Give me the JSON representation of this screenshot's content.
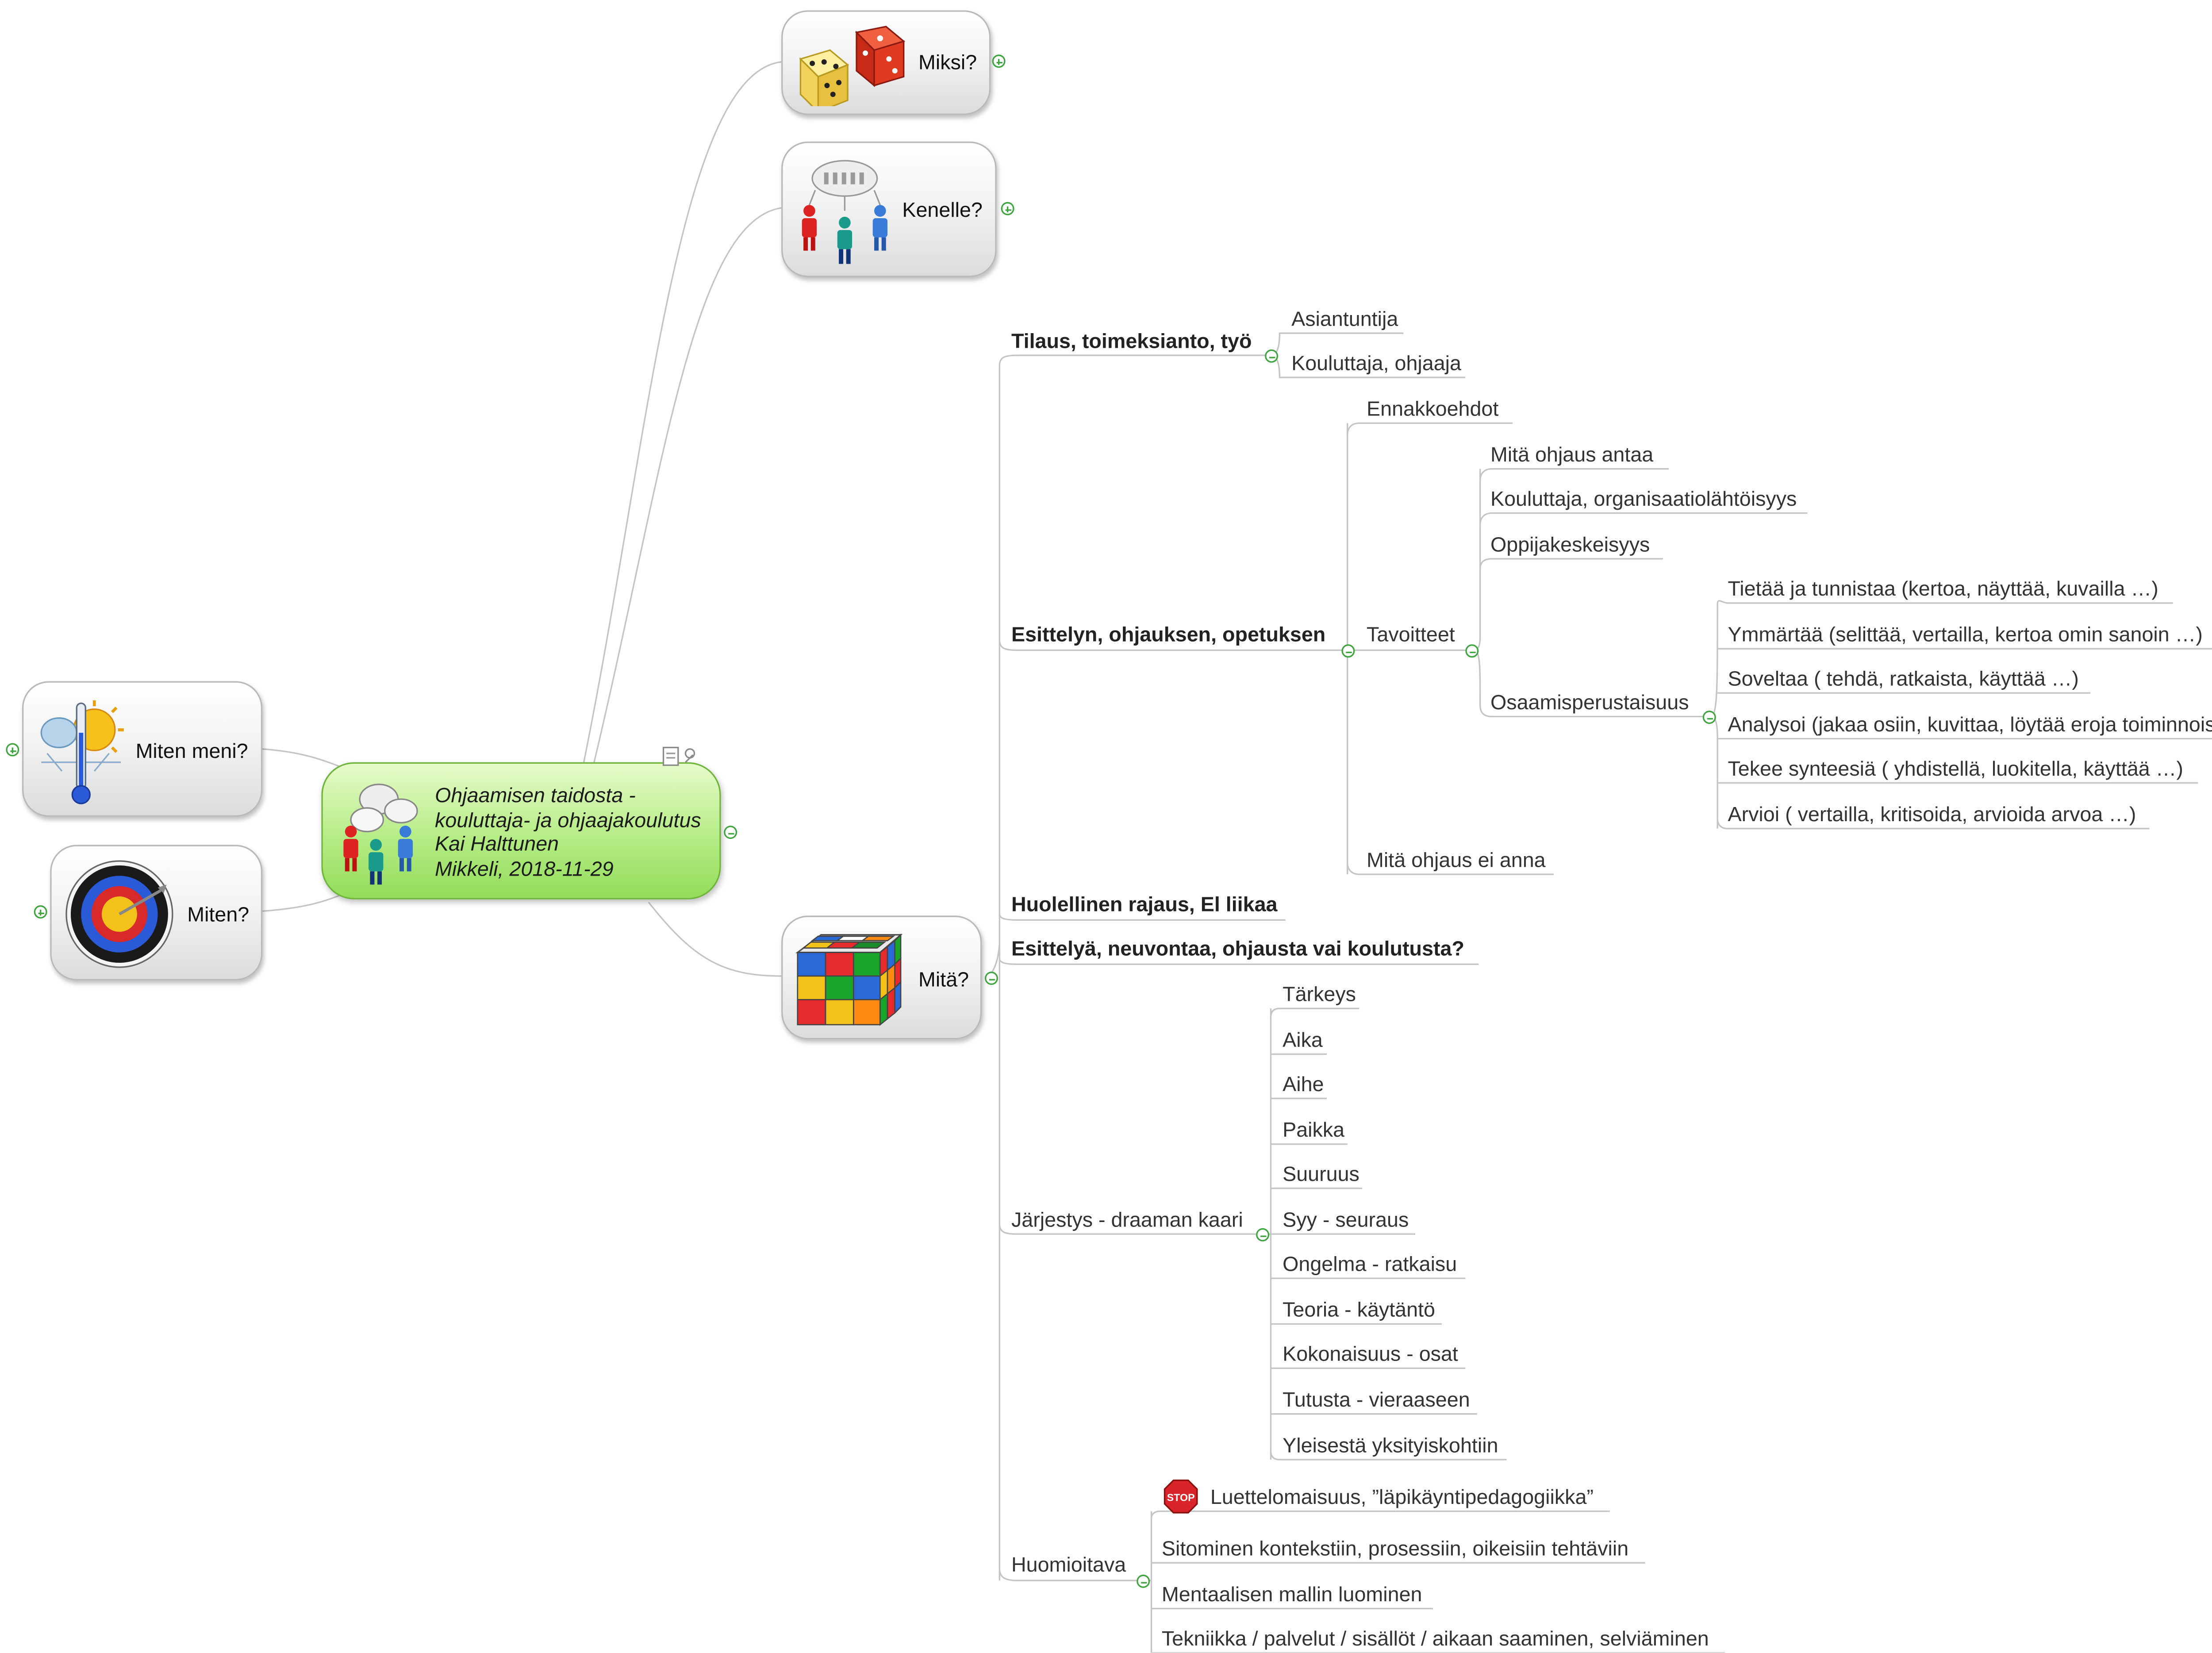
{
  "central": {
    "line1": "Ohjaamisen taidosta -",
    "line2": "kouluttaja- ja ohjaajakoulutus",
    "line3": "Kai Halttunen",
    "line4": "Mikkeli, 2018-11-29"
  },
  "topics": {
    "miksi": "Miksi?",
    "kenelle": "Kenelle?",
    "mita": "Mitä?",
    "miten_meni": "Miten meni?",
    "miten": "Miten?"
  },
  "mita": {
    "tilaus": {
      "label": "Tilaus, toimeksianto, työ",
      "children": [
        "Asiantuntija",
        "Kouluttaja, ohjaaja"
      ]
    },
    "esittelyn": {
      "label": "Esittelyn, ohjauksen, opetuksen",
      "ennakkoehdot": "Ennakkoehdot",
      "tavoitteet": {
        "label": "Tavoitteet",
        "mita_antaa": "Mitä ohjaus antaa",
        "kouluttaja_org": "Kouluttaja, organisaatiolähtöisyys",
        "oppija": "Oppijakeskeisyys",
        "osaamis": {
          "label": "Osaamisperustaisuus",
          "children": [
            "Tietää ja tunnistaa (kertoa, näyttää, kuvailla …)",
            "Ymmärtää (selittää, vertailla, kertoa omin sanoin …)",
            "Soveltaa ( tehdä, ratkaista, käyttää …)",
            "Analysoi (jakaa osiin, kuvittaa, löytää eroja toiminnoissa …)",
            "Tekee synteesiä ( yhdistellä, luokitella, käyttää …)",
            "Arvioi ( vertailla, kritisoida, arvioida arvoa …)"
          ]
        }
      },
      "ei_anna": "Mitä ohjaus ei anna"
    },
    "huolellinen": "Huolellinen rajaus, El liikaa",
    "esittelya": "Esittelyä, neuvontaa, ohjausta vai koulutusta?",
    "jarjestys": {
      "label": "Järjestys - draaman kaari",
      "children": [
        "Tärkeys",
        "Aika",
        "Aihe",
        "Paikka",
        "Suuruus",
        "Syy - seuraus",
        "Ongelma - ratkaisu",
        "Teoria - käytäntö",
        "Kokonaisuus - osat",
        "Tutusta - vieraaseen",
        "Yleisestä yksityiskohtiin"
      ]
    },
    "huomioitava": {
      "label": "Huomioitava",
      "stop_text": "STOP",
      "children": [
        "Luettelomaisuus, ”läpikäyntipedagogiikka”",
        "Sitominen kontekstiin, prosessiin, oikeisiin tehtäviin",
        "Mentaalisen mallin luominen",
        "Tekniikka / palvelut / sisällöt / aikaan saaminen, selviäminen"
      ]
    }
  },
  "colors": {
    "central_green": "#93dc5a",
    "line_gray": "#c8c8c8",
    "toggle_green": "#3ea53e",
    "stop_red": "#d9252a"
  }
}
